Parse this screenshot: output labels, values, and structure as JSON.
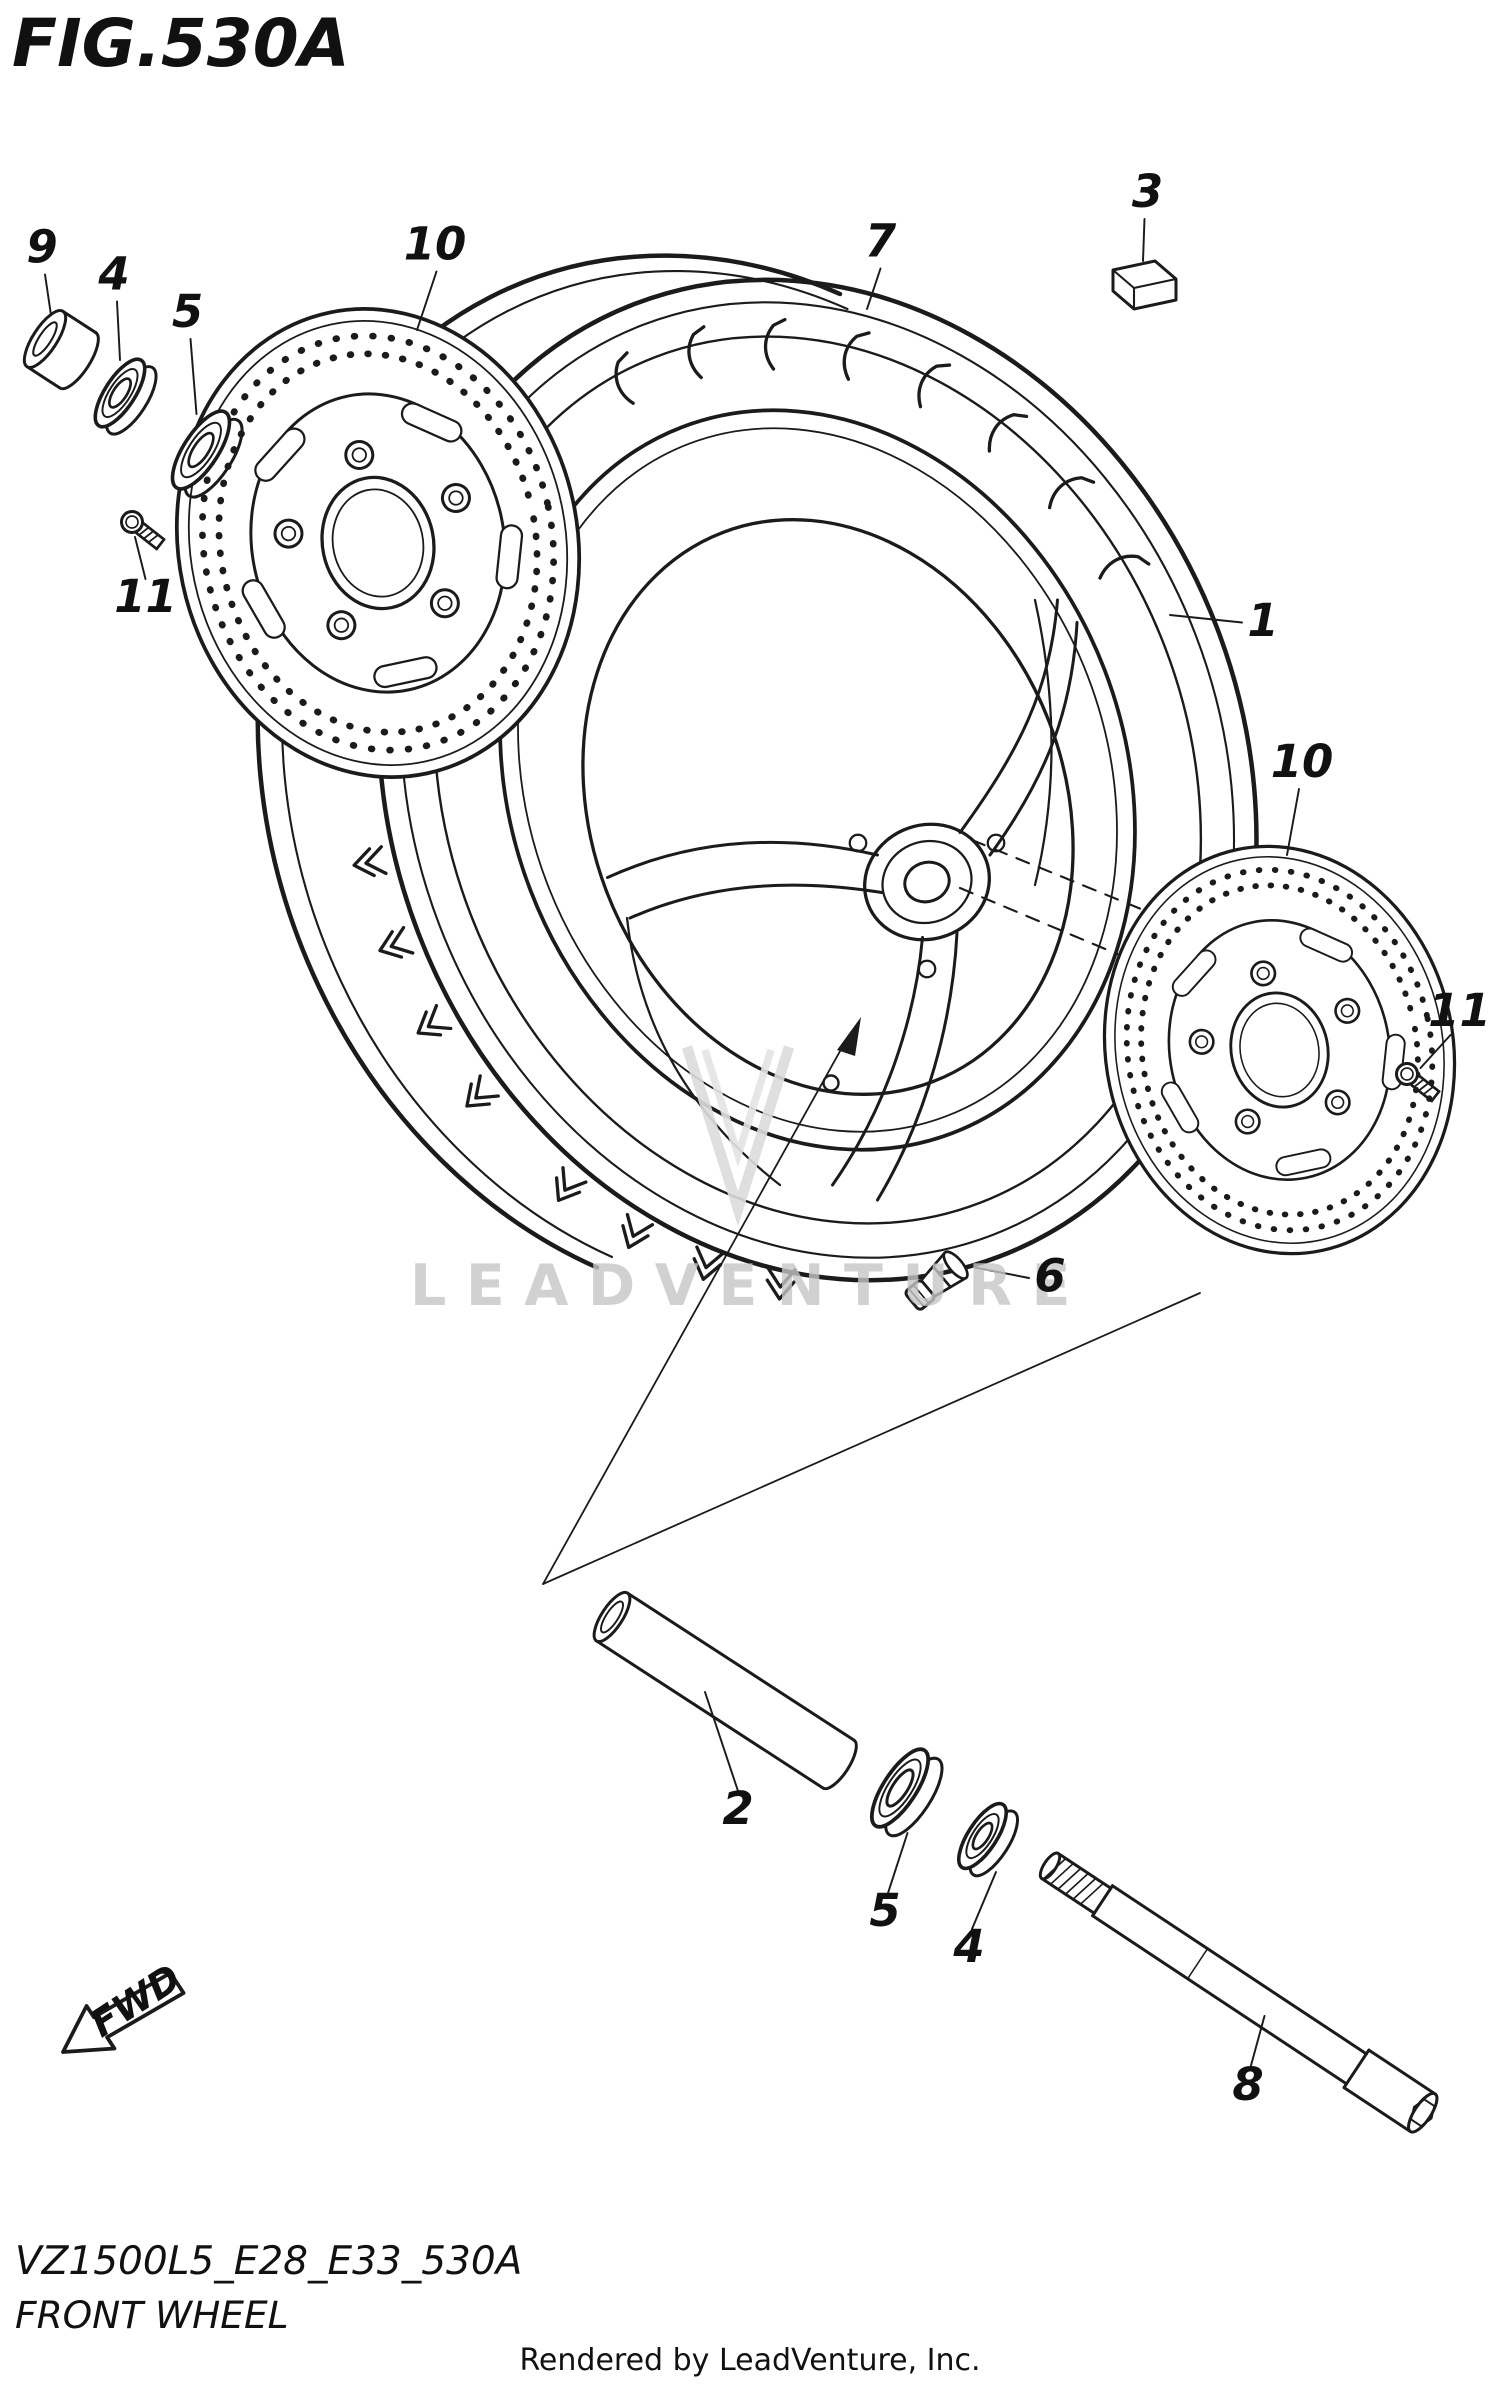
{
  "figure": {
    "title": "FIG.530A",
    "watermark": "LEADVENTURE",
    "fwd_label": "FWD",
    "colors": {
      "ink": "#1b1b1b",
      "watermark_gray": "#c6c6c6",
      "background": "#ffffff"
    }
  },
  "parts": [
    {
      "ref": "9"
    },
    {
      "ref": "4"
    },
    {
      "ref": "5"
    },
    {
      "ref": "10"
    },
    {
      "ref": "7"
    },
    {
      "ref": "3"
    },
    {
      "ref": "1"
    },
    {
      "ref": "10"
    },
    {
      "ref": "11"
    },
    {
      "ref": "11"
    },
    {
      "ref": "6"
    },
    {
      "ref": "2"
    },
    {
      "ref": "5"
    },
    {
      "ref": "4"
    },
    {
      "ref": "8"
    }
  ],
  "footer": {
    "code": "VZ1500L5_E28_E33_530A",
    "title": "FRONT WHEEL",
    "credit": "Rendered by LeadVenture, Inc."
  }
}
